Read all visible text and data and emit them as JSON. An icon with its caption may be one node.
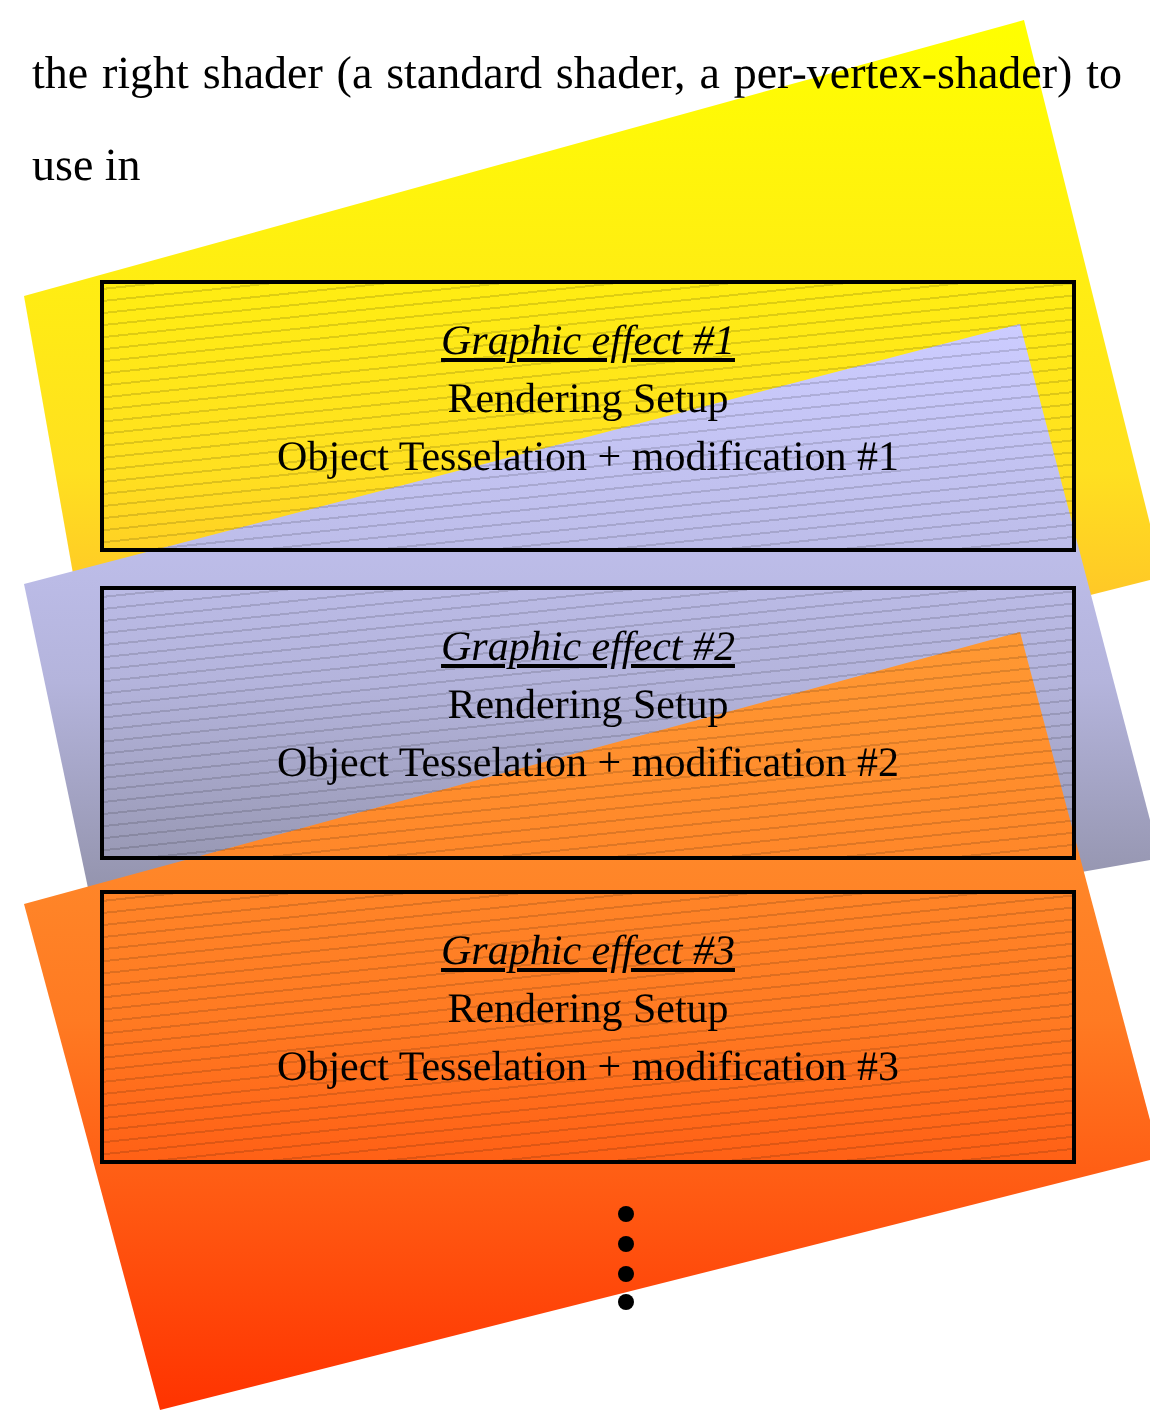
{
  "diagram": {
    "nodes": [
      {
        "text": [
          "Graphic effect #1",
          "Rendering Setup",
          "Object Tesselation + modification #1"
        ]
      },
      {
        "text": [
          "Graphic effect #2",
          "Rendering Setup",
          "Object Tesselation + modification #2"
        ]
      },
      {
        "text": [
          "Graphic effect #3",
          "Rendering Setup",
          "Object Tesselation + modification #3"
        ]
      }
    ],
    "edges": [],
    "labels": [
      "the right shader (a standard shader, a per-vertex-shader) to use in"
    ]
  }
}
